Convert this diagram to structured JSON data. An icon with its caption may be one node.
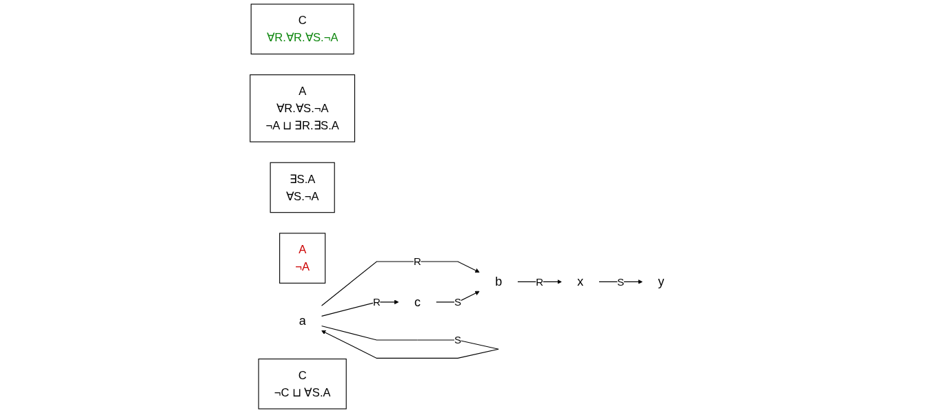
{
  "diagram": {
    "nodes": [
      {
        "text": [
          "C",
          "∀R.∀R.∀S.¬A"
        ]
      },
      {
        "text": [
          "A",
          "∀R.∀S.¬A",
          "¬A ⊔ ∃R.∃S.A"
        ]
      },
      {
        "text": [
          "∃S.A",
          "∀S.¬A"
        ]
      },
      {
        "text": [
          "A",
          "¬A"
        ]
      },
      {
        "text": [
          "a"
        ]
      },
      {
        "text": [
          "b"
        ]
      },
      {
        "text": [
          "x"
        ]
      },
      {
        "text": [
          "y"
        ]
      },
      {
        "text": [
          "c"
        ]
      },
      {
        "text": [
          "C",
          "¬C ⊔ ∀S.A"
        ]
      }
    ],
    "edges": [
      {
        "from": 4,
        "to": 5,
        "arrow": "to",
        "label": "R"
      },
      {
        "from": 5,
        "to": 6,
        "arrow": "to",
        "label": "R"
      },
      {
        "from": 6,
        "to": 7,
        "arrow": "to",
        "label": "S"
      },
      {
        "from": 4,
        "to": 4,
        "arrow": "to",
        "label": "S"
      },
      {
        "from": 4,
        "to": 8,
        "arrow": "to",
        "label": "R"
      },
      {
        "from": 8,
        "to": 5,
        "arrow": "to",
        "label": "S"
      }
    ]
  }
}
